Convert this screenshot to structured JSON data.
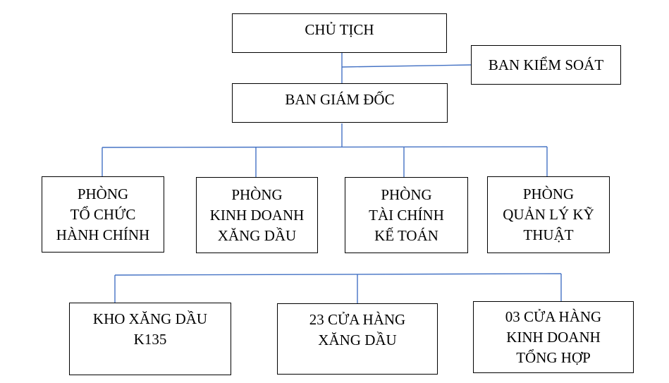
{
  "chairman": {
    "lines": [
      "CHỦ TỊCH"
    ]
  },
  "supervisory_board": {
    "lines": [
      "BAN KIỂM SOÁT"
    ]
  },
  "board_of_directors": {
    "lines": [
      "BAN GIÁM ĐỐC"
    ]
  },
  "departments": [
    {
      "lines": [
        "PHÒNG",
        "TỔ CHỨC",
        "HÀNH CHÍNH"
      ]
    },
    {
      "lines": [
        "PHÒNG",
        "KINH DOANH",
        "XĂNG DẦU"
      ]
    },
    {
      "lines": [
        "PHÒNG",
        "TÀI CHÍNH",
        "KẾ TOÁN"
      ]
    },
    {
      "lines": [
        "PHÒNG",
        "QUẢN LÝ KỸ",
        "THUẬT"
      ]
    }
  ],
  "units": [
    {
      "lines": [
        "KHO XĂNG DẦU",
        "K135"
      ]
    },
    {
      "lines": [
        "23 CỬA HÀNG",
        "XĂNG DẦU"
      ]
    },
    {
      "lines": [
        "03 CỬA HÀNG",
        "KINH DOANH",
        "TỔNG HỢP"
      ]
    }
  ],
  "colors": {
    "connector": "#4472C4",
    "border": "#000000"
  }
}
